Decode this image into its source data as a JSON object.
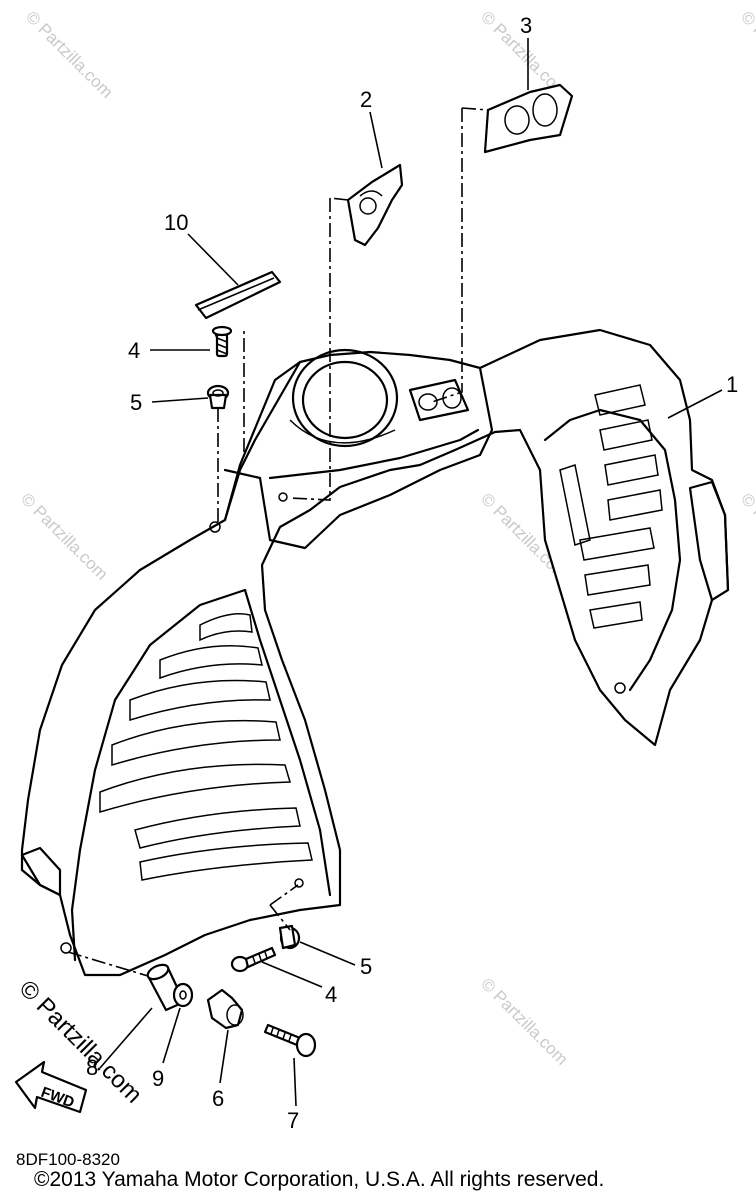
{
  "diagram": {
    "callouts": {
      "c1": "1",
      "c2": "2",
      "c3": "3",
      "c4a": "4",
      "c4b": "4",
      "c5a": "5",
      "c5b": "5",
      "c6": "6",
      "c7": "7",
      "c8": "8",
      "c9": "9",
      "c10": "10"
    },
    "fwd_label": "FWD",
    "part_code": "8DF100-8320",
    "copyright": "©2013  Yamaha Motor Corporation, U.S.A. All rights reserved.",
    "watermarks": {
      "w1": "© Partzilla.com",
      "w2": "© Partzilla.com",
      "w3": "© Partzilla.com",
      "w4": "© Partzilla.com",
      "w5": "© Partzilla.com",
      "w6": "© Partzilla.com",
      "w7": "© Partzilla.com",
      "w8": "© Partzilla.com"
    }
  }
}
